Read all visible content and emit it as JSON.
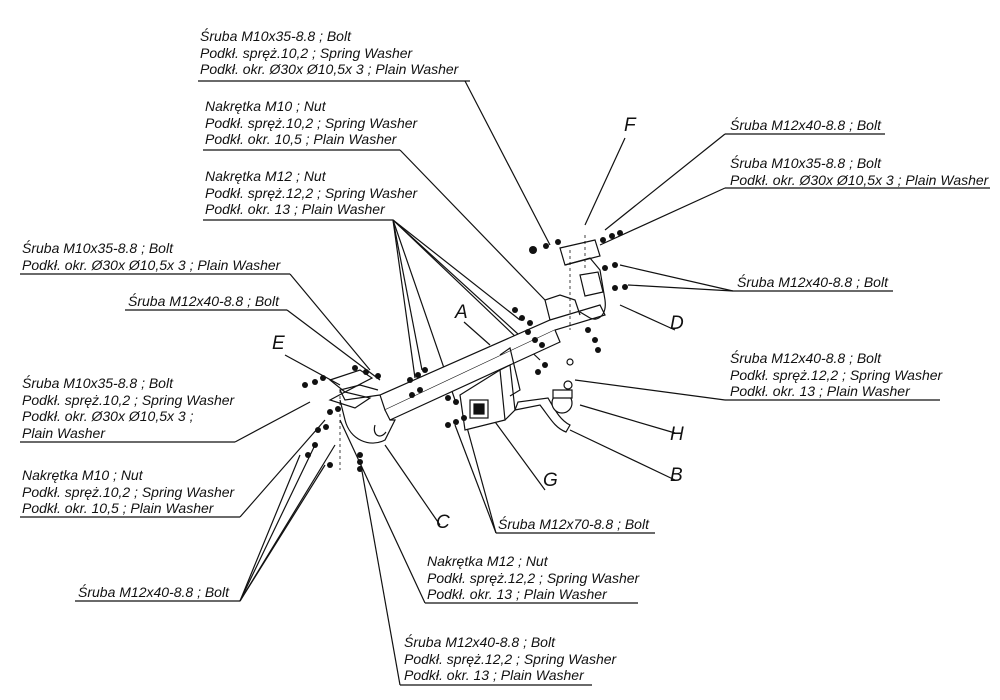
{
  "callouts": {
    "top_bolt_m10": [
      "Śruba M10x35-8.8 ;  Bolt",
      "Podkł. spręż.10,2 ; Spring Washer",
      "Podkł. okr.  Ø30x Ø10,5x 3 ; Plain Washer"
    ],
    "nut_m10_top": [
      "Nakrętka  M10 ; Nut",
      "Podkł. spręż.10,2 ; Spring Washer",
      "Podkł. okr. 10,5 ; Plain Washer"
    ],
    "nut_m12_top": [
      "Nakrętka  M12 ; Nut",
      "Podkł. spręż.12,2 ; Spring Washer",
      "Podkł. okr. 13 ; Plain Washer"
    ],
    "left_bolt_m10": [
      "Śruba M10x35-8.8 ;  Bolt",
      "Podkł. okr.  Ø30x Ø10,5x 3 ; Plain Washer"
    ],
    "left_bolt_m12": [
      "Śruba M12x40-8.8 ;  Bolt"
    ],
    "left_bolt_m10_full": [
      "Śruba M10x35-8.8 ;  Bolt",
      "Podkł. spręż.10,2 ; Spring Washer",
      "Podkł. okr.  Ø30x Ø10,5x 3 ;",
      "Plain Washer"
    ],
    "left_nut_m10": [
      "Nakrętka  M10 ; Nut",
      "Podkł. spręż.10,2 ; Spring Washer",
      "Podkł. okr. 10,5 ; Plain Washer"
    ],
    "bottom_left_bolt": [
      "Śruba M12x40-8.8 ;  Bolt"
    ],
    "bottom_nut_m12": [
      "Nakrętka  M12 ; Nut",
      "Podkł. spręż.12,2 ; Spring Washer",
      "Podkł. okr. 13 ; Plain Washer"
    ],
    "bottom_bolt_m12": [
      "Śruba M12x40-8.8 ;  Bolt",
      "Podkł. spręż.12,2 ; Spring Washer",
      "Podkł. okr. 13 ; Plain Washer"
    ],
    "center_bolt_m12x70": [
      "Śruba M12x70-8.8 ;  Bolt"
    ],
    "right_bolt_m12_top": [
      "Śruba M12x40-8.8 ;  Bolt"
    ],
    "right_bolt_m10": [
      "Śruba M10x35-8.8 ;  Bolt",
      "Podkł. okr.  Ø30x Ø10,5x 3 ; Plain Washer"
    ],
    "right_bolt_m12_mid": [
      "Śruba M12x40-8.8 ;  Bolt"
    ],
    "right_bolt_m12_lower": [
      "Śruba M12x40-8.8 ;  Bolt",
      "Podkł. spręż.12,2 ; Spring Washer",
      "Podkł. okr. 13 ; Plain Washer"
    ]
  },
  "part_letters": {
    "A": "A",
    "B": "B",
    "C": "C",
    "D": "D",
    "E": "E",
    "F": "F",
    "G": "G",
    "H": "H"
  },
  "colors": {
    "ink": "#111111",
    "background": "#ffffff"
  }
}
